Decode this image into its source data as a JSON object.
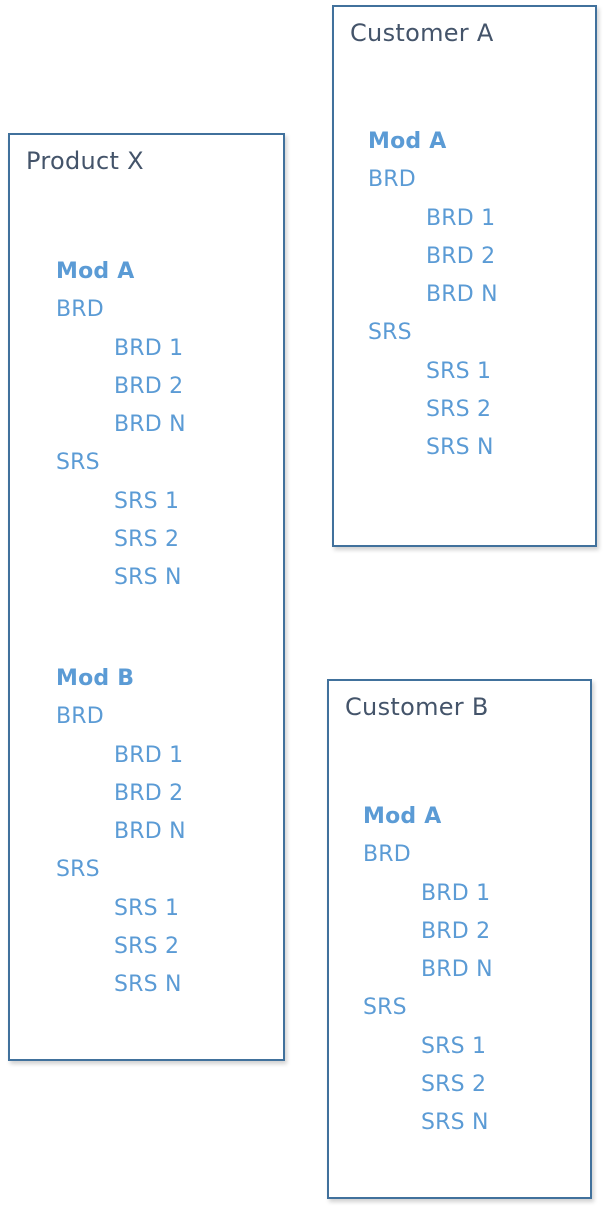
{
  "boxes": {
    "product_x": {
      "title": "Product X",
      "modules": [
        {
          "name": "Mod A",
          "groups": [
            {
              "label": "BRD",
              "items": [
                "BRD 1",
                "BRD 2",
                "BRD N"
              ]
            },
            {
              "label": "SRS",
              "items": [
                "SRS 1",
                "SRS 2",
                "SRS N"
              ]
            }
          ]
        },
        {
          "name": "Mod B",
          "groups": [
            {
              "label": "BRD",
              "items": [
                "BRD 1",
                "BRD 2",
                "BRD N"
              ]
            },
            {
              "label": "SRS",
              "items": [
                "SRS 1",
                "SRS 2",
                "SRS N"
              ]
            }
          ]
        }
      ]
    },
    "customer_a": {
      "title": "Customer A",
      "modules": [
        {
          "name": "Mod A",
          "groups": [
            {
              "label": "BRD",
              "items": [
                "BRD 1",
                "BRD 2",
                "BRD N"
              ]
            },
            {
              "label": "SRS",
              "items": [
                "SRS 1",
                "SRS 2",
                "SRS N"
              ]
            }
          ]
        }
      ]
    },
    "customer_b": {
      "title": "Customer B",
      "modules": [
        {
          "name": "Mod A",
          "groups": [
            {
              "label": "BRD",
              "items": [
                "BRD 1",
                "BRD 2",
                "BRD N"
              ]
            },
            {
              "label": "SRS",
              "items": [
                "SRS 1",
                "SRS 2",
                "SRS N"
              ]
            }
          ]
        }
      ]
    }
  },
  "colors": {
    "border": "#41719c",
    "title_text": "#44546a",
    "item_text": "#5b9bd5"
  }
}
